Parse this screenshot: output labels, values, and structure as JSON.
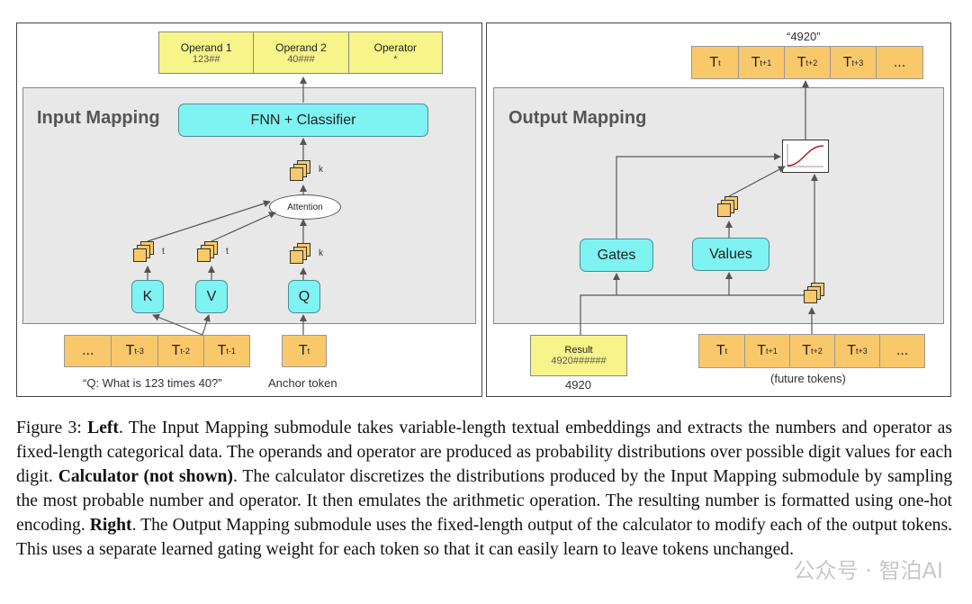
{
  "left_panel": {
    "operand_boxes": [
      {
        "label": "Operand 1",
        "value": "123##"
      },
      {
        "label": "Operand 2",
        "value": "40###"
      },
      {
        "label": "Operator",
        "value": "*"
      }
    ],
    "title": "Input Mapping",
    "fnn_label": "FNN + Classifier",
    "attention_label": "Attention",
    "k_label": "K",
    "v_label": "V",
    "q_label": "Q",
    "dim_k": "k",
    "dim_t": "t",
    "input_tokens": [
      "...",
      "T",
      "T",
      "T"
    ],
    "input_token_subs": [
      "",
      "t-3",
      "t-2",
      "t-1"
    ],
    "anchor_token": "T",
    "anchor_token_sub": "t",
    "question_label": "“Q: What is 123 times 40?”",
    "anchor_label": "Anchor token"
  },
  "right_panel": {
    "output_quote": "“4920”",
    "output_tokens": [
      "T",
      "T",
      "T",
      "T",
      "..."
    ],
    "output_token_subs": [
      "t",
      "t+1",
      "t+2",
      "t+3",
      ""
    ],
    "title": "Output Mapping",
    "gates_label": "Gates",
    "values_label": "Values",
    "result_label": "Result",
    "result_value": "4920######",
    "result_number": "4920",
    "future_tokens": [
      "T",
      "T",
      "T",
      "T",
      "..."
    ],
    "future_token_subs": [
      "t",
      "t+1",
      "t+2",
      "t+3",
      ""
    ],
    "future_label": "(future tokens)"
  },
  "caption": {
    "figure_num": "Figure 3: ",
    "left_bold": "Left",
    "text1": ". The Input Mapping submodule takes variable-length textual embeddings and extracts the numbers and operator as fixed-length categorical data. The operands and operator are produced as probability distributions over possible digit values for each digit. ",
    "calc_bold": "Calculator (not shown)",
    "text2": ". The calculator discretizes the distributions produced by the Input Mapping submodule by sampling the most probable number and operator. It then emulates the arithmetic operation. The resulting number is formatted using one-hot encoding. ",
    "right_bold": "Right",
    "text3": ". The Output Mapping submodule uses the fixed-length output of the calculator to modify each of the output tokens. This uses a separate learned gating weight for each token so that it can easily learn to leave tokens unchanged."
  },
  "watermark": "公众号 · 智泊AI"
}
